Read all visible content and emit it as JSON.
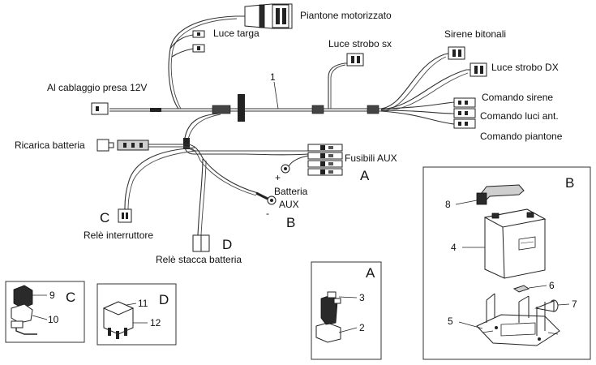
{
  "labels": {
    "piantone_motorizzato": "Piantone motorizzato",
    "luce_targa": "Luce targa",
    "luce_strobo_sx": "Luce strobo sx",
    "sirene_bitonali": "Sirene bitonali",
    "luce_strobo_dx": "Luce strobo DX",
    "al_cablaggio": "Al cablaggio presa 12V",
    "comando_sirene": "Comando sirene",
    "comando_luci": "Comando luci ant.",
    "comando_piantone": "Comando piantone",
    "ricarica_batteria": "Ricarica batteria",
    "fusibili_aux": "Fusibili AUX",
    "batteria": "Batteria",
    "aux": "AUX",
    "rele_interruttore": "Relè interruttore",
    "rele_stacca": "Relè stacca batteria",
    "plus": "+",
    "minus": "-"
  },
  "letters": {
    "a": "A",
    "b": "B",
    "c": "C",
    "d": "D"
  },
  "numbers": {
    "n1": "1",
    "n2": "2",
    "n3": "3",
    "n4": "4",
    "n5": "5",
    "n6": "6",
    "n7": "7",
    "n8": "8",
    "n9": "9",
    "n10": "10",
    "n11": "11",
    "n12": "12"
  },
  "boxes": {
    "a": "A",
    "b": "B",
    "c": "C",
    "d": "D"
  }
}
